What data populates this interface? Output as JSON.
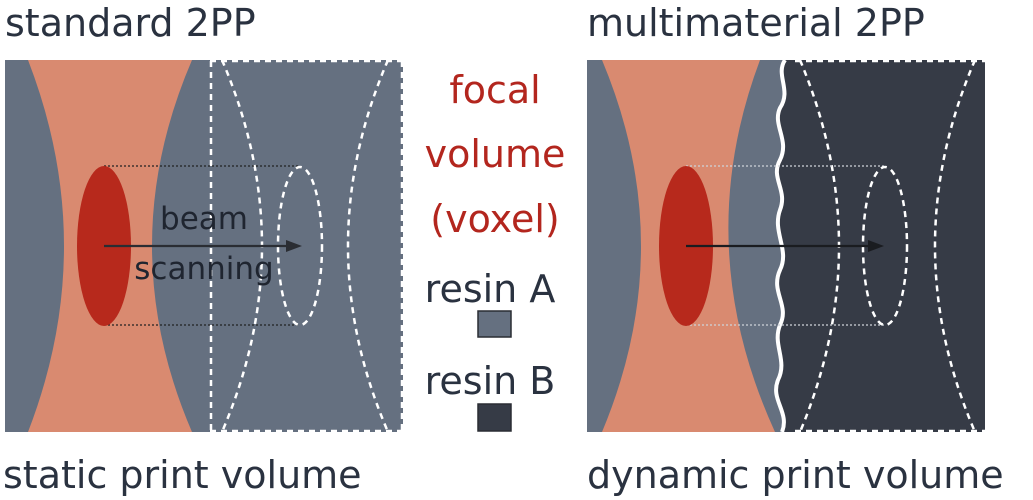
{
  "left_panel": {
    "title": "standard 2PP",
    "caption": "static print volume",
    "motion_label_line1": "beam",
    "motion_label_line2": "scanning"
  },
  "right_panel": {
    "title": "multimaterial 2PP",
    "caption": "dynamic print volume"
  },
  "legend": {
    "focal_line1": "focal",
    "focal_line2": "volume",
    "focal_line3": "(voxel)",
    "resin_a_label": "resin A",
    "resin_b_label": "resin B"
  },
  "colors": {
    "resin_a": "#657080",
    "resin_b": "#363b46",
    "beam": "#d98a70",
    "voxel": "#b7291c",
    "text_dark": "#2a3240",
    "text_red": "#b3261e"
  }
}
